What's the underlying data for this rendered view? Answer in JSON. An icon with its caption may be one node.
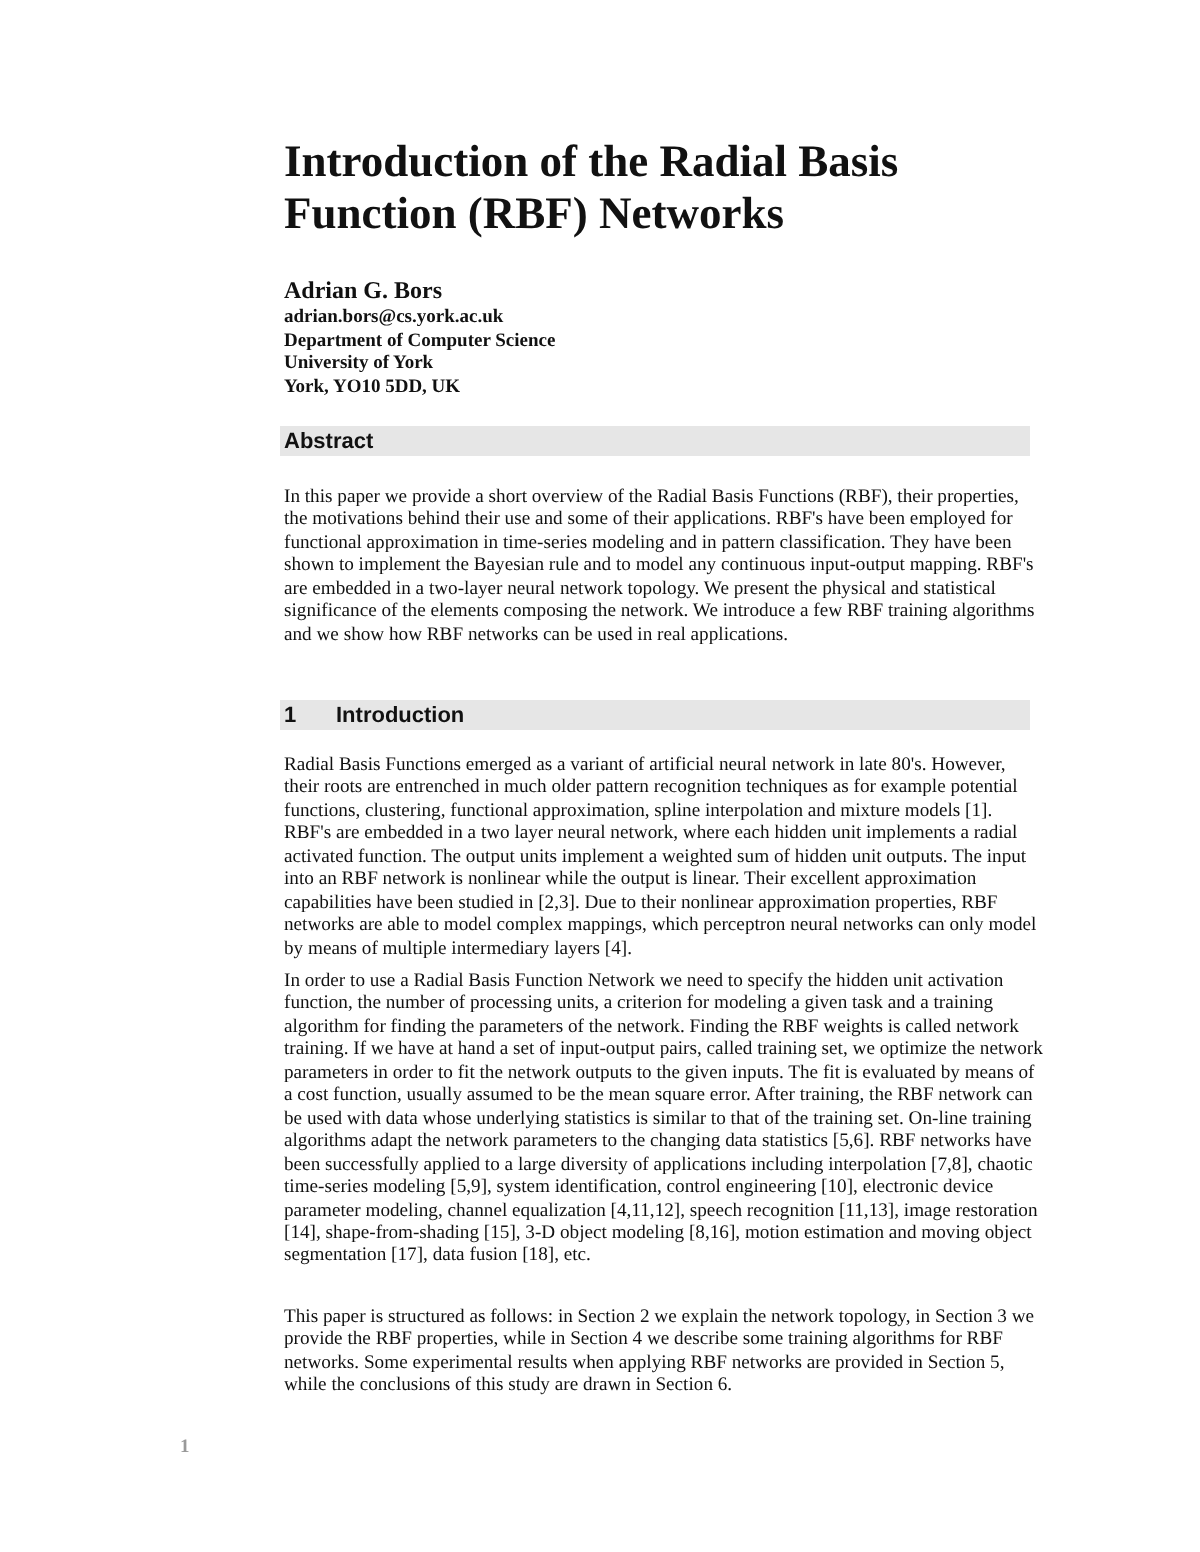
{
  "diagram": {
    "title": "Introduction of the Radial Basis Function (RBF) Networks",
    "nodes": [
      {
        "text": [
          "Abstract"
        ]
      },
      {
        "text": [
          "1",
          "Introduction"
        ]
      }
    ],
    "labels": [
      "Adrian G. Bors",
      "adrian.bors@cs.york.ac.uk",
      "Department of Computer Science",
      "University of York",
      "York, YO10 5DD, UK",
      "In this paper we provide a short overview of the Radial Basis Functions (RBF), their properties, the motivations behind their use and some of their applications. RBF's have been employed for functional approximation in time-series modeling and in pattern classification. They have been shown to implement the Bayesian rule and to model any continuous input-output mapping. RBF's are embedded in a two-layer neural network topology. We present the physical and statistical significance of the elements composing the network. We introduce a few RBF training algorithms and we show how RBF networks can be used in real applications.",
      "Radial Basis Functions emerged as a variant of artificial neural network in late 80's. However, their roots are entrenched in much older pattern recognition techniques as for example potential functions, clustering, functional approximation, spline interpolation and mixture models [1]. RBF's are embedded in a two layer neural network, where each hidden unit implements a radial activated function. The output units implement a weighted sum of hidden unit outputs. The input into an RBF network is nonlinear while the output is linear. Their excellent approximation capabilities have been studied in [2,3]. Due to their nonlinear approximation properties, RBF networks are able to model complex mappings, which perceptron neural networks can only model by means of multiple intermediary layers [4].",
      "In order to use a Radial Basis Function Network we need to specify the hidden unit activation function, the number of processing units, a criterion for modeling a given task and a training algorithm for finding the parameters of the network. Finding the RBF weights is called network training. If we have at hand a set of input-output pairs, called training set, we optimize the network parameters in order to fit the network outputs to the given inputs. The fit is evaluated by means of a cost function, usually assumed to be the mean square error. After training, the RBF network can be used with data whose underlying statistics is similar to that of the training set. On-line training algorithms adapt the network parameters to the changing data statistics [5,6]. RBF networks have been successfully applied to a large diversity of applications including interpolation [7,8], chaotic time-series modeling [5,9], system identification, control engineering [10], electronic device parameter modeling, channel equalization [4,11,12], speech recognition [11,13], image restoration [14], shape-from-shading [15], 3-D object modeling [8,16], motion estimation and moving object segmentation [17], data fusion [18], etc.",
      "This paper is structured as follows: in Section 2 we explain the network topology, in Section 3 we provide the RBF properties, while in Section 4 we describe some training algorithms for RBF networks. Some experimental results when applying RBF networks are provided in Section 5, while the conclusions of this study are drawn in Section 6.",
      "1"
    ]
  }
}
